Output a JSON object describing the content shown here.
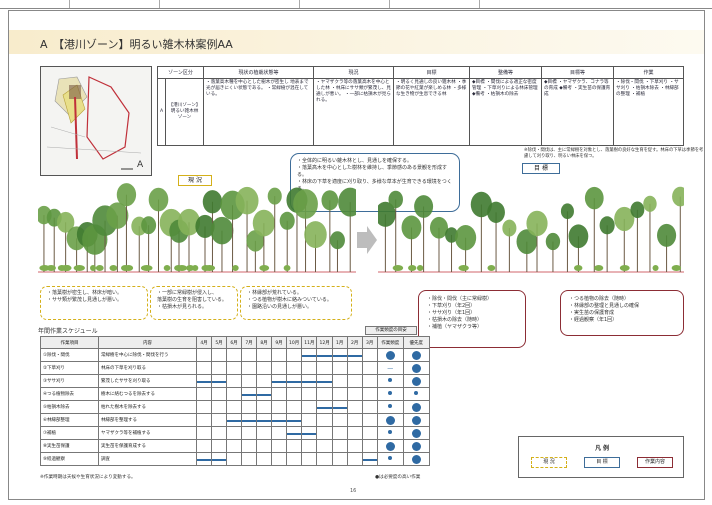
{
  "page": {
    "title": "A　【港川ゾーン】明るい雑木林案例AA",
    "page_number": "16"
  },
  "info_table": {
    "headers": [
      "ゾーン区分",
      "現状の植栽状態等",
      "現況",
      "目標",
      "整備等",
      "目標等",
      "作業"
    ],
    "row_index": "A",
    "zone_name": "【港川ゾーン】 明るい雑木林 ゾーン",
    "cells": [
      "・落葉高木種を中心とした樹木が密生し 地表まで光が届きにくい状態である。 ・常緑樹が混在している。",
      "・ヤマザクラ等の落葉高木を中心とした林 ・林床にササ類が繁茂し、見通しが悪い。 ・一部に枯損木が見られる。",
      "・明るく見通しの良い雑木林 ・季節の花や紅葉が楽しめる林 ・多様な生き物が生息できる林",
      "◆目標 ・間伐による適正な密度管理 ・下草刈りによる林床管理 ◆備考 ・枯損木の除去",
      "◆目標 ・ヤマザクラ、コナラ等の育成 ◆備考 ・実生苗の保護育成",
      "・除伐・間伐 ・下草刈り ・ササ刈り ・枯損木除去 ・林縁部の整理 ・補植"
    ]
  },
  "mid_note": "※除伐・間伐は、主に常緑樹を対象とし、落葉樹の良好な生育を促す。林床の下草は季節を考慮して刈り取り、明るい林床を保つ。",
  "labels": {
    "current": "現 況",
    "target": "目 標"
  },
  "blue_bubble": [
    "・全体的に明るい雑木林とし、見通しを確保する。",
    "・落葉高木を中心とした樹林を維持し、季節感のある景観を形成する。",
    "・林床の下草を適度に刈り取り、多様な草本が生育できる環境をつくる。"
  ],
  "current_notes": [
    [
      "・落葉樹が密生し、林床が暗い。",
      "・ササ類が繁茂し見通しが悪い。"
    ],
    [
      "・一部に常緑樹が侵入し、",
      "落葉樹の生育を阻害している。",
      "・枯損木が見られる。"
    ],
    [
      "・林縁部が荒れている。",
      "・つる植物が樹木に絡みついている。",
      "・園路沿いの見通しが悪い。"
    ]
  ],
  "work_box_1": [
    "・除伐・間伐（主に常緑樹）",
    "・下草刈り（年2回）",
    "・ササ刈り（年1回）",
    "・枯損木の除去（随時）",
    "・補植（ヤマザクラ等）"
  ],
  "work_box_2": [
    "・つる植物の除去（随時）",
    "・林縁部の整理と見通しの確保",
    "・実生苗の保護育成",
    "・経過観察（年1回）"
  ],
  "schedule": {
    "title": "年間作業スケジュール",
    "group_header": "作業頻度の目安",
    "headers": [
      "作業項目",
      "内容",
      "4月",
      "5月",
      "6月",
      "7月",
      "8月",
      "9月",
      "10月",
      "11月",
      "12月",
      "1月",
      "2月",
      "3月",
      "作業頻度",
      "優先度"
    ],
    "rows": [
      {
        "item": "①除伐・間伐",
        "content": "常緑樹を中心に除伐・間伐を行う",
        "bars": [
          0,
          0,
          0,
          0,
          0,
          0,
          0,
          1,
          1,
          1,
          1,
          0
        ],
        "freq": "lg",
        "prio": "lg"
      },
      {
        "item": "②下草刈り",
        "content": "林床の下草を刈り取る",
        "bars": [
          0,
          0,
          0,
          0,
          0,
          0,
          0,
          0,
          0,
          0,
          0,
          0
        ],
        "freq": "dash",
        "prio": "lg"
      },
      {
        "item": "③ササ刈り",
        "content": "繁茂したササを刈り取る",
        "bars": [
          1,
          1,
          0,
          0,
          0,
          1,
          1,
          1,
          1,
          0,
          0,
          0
        ],
        "freq": "sm",
        "prio": "lg"
      },
      {
        "item": "④つる植物除去",
        "content": "樹木に絡むつるを除去する",
        "bars": [
          0,
          0,
          0,
          1,
          1,
          0,
          0,
          0,
          0,
          0,
          0,
          0
        ],
        "freq": "sm",
        "prio": "sm"
      },
      {
        "item": "⑤枯損木除去",
        "content": "枯れた樹木を除去する",
        "bars": [
          0,
          0,
          0,
          0,
          0,
          0,
          0,
          0,
          1,
          1,
          0,
          0
        ],
        "freq": "sm",
        "prio": "lg"
      },
      {
        "item": "⑥林縁部整理",
        "content": "林縁部を整理する",
        "bars": [
          0,
          0,
          1,
          1,
          1,
          1,
          1,
          0,
          0,
          0,
          0,
          0
        ],
        "freq": "lg",
        "prio": "lg"
      },
      {
        "item": "⑦補植",
        "content": "ヤマザクラ等を補植する",
        "bars": [
          0,
          0,
          0,
          0,
          0,
          0,
          1,
          1,
          0,
          0,
          0,
          0
        ],
        "freq": "sm",
        "prio": "lg"
      },
      {
        "item": "⑧実生苗保護",
        "content": "実生苗を保護育成する",
        "bars": [
          0,
          0,
          0,
          0,
          0,
          0,
          0,
          0,
          0,
          0,
          0,
          0
        ],
        "freq": "lg",
        "prio": "lg"
      },
      {
        "item": "⑨経過観察",
        "content": "調査",
        "bars": [
          1,
          1,
          0,
          0,
          0,
          0,
          0,
          0,
          0,
          0,
          0,
          1
        ],
        "freq": "sm",
        "prio": "lg"
      }
    ]
  },
  "footnote": "※作業時期は天候や生育状況により変動する。",
  "legend_note": "●は必要度の高い作業",
  "legend": {
    "title": "凡 例",
    "items": [
      {
        "label": "現 況",
        "color": "#d4b01a"
      },
      {
        "label": "目 標",
        "color": "#3e6d99"
      },
      {
        "label": "作業内容",
        "color": "#8c2d35"
      }
    ]
  },
  "colors": {
    "accent_blue": "#2f6aa3",
    "current_yellow": "#d4b01a",
    "target_blue": "#3e6d99",
    "work_red": "#8c2d35",
    "title_band": "#f8eccc"
  }
}
